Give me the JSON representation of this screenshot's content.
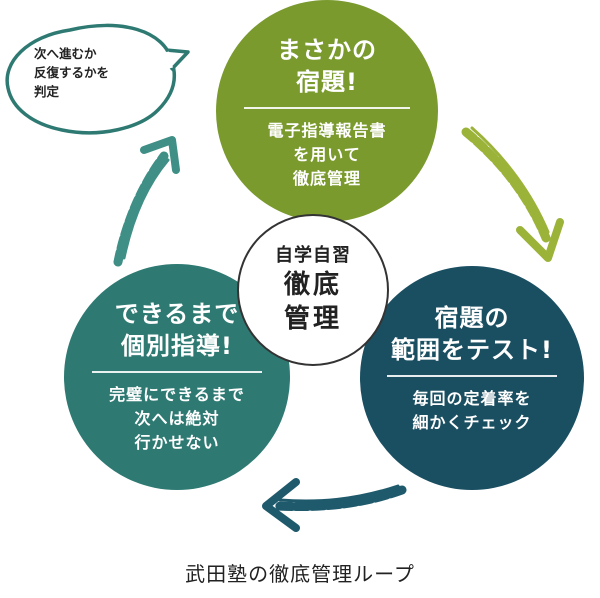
{
  "colors": {
    "top_circle": "#7a9a2e",
    "right_circle": "#1a4f62",
    "left_circle": "#2e7a73",
    "arrow_top_right": "#9cb33a",
    "arrow_bottom": "#1f5a6c",
    "arrow_left_up": "#3f8f86",
    "bubble_border": "#2e7a73"
  },
  "speech_bubble": {
    "text": "次へ進むか\n反復するかを\n判定"
  },
  "circles": {
    "top": {
      "heading": "まさかの\n宿題!",
      "body": "電子指導報告書\nを用いて\n徹底管理"
    },
    "right": {
      "heading": "宿題の\n範囲をテスト!",
      "body": "毎回の定着率を\n細かくチェック"
    },
    "left": {
      "heading": "できるまで\n個別指導!",
      "body": "完璧にできるまで\n次へは絶対\n行かせない"
    },
    "center": {
      "line1": "自学自習",
      "line2": "徹底\n管理"
    }
  },
  "caption": "武田塾の徹底管理ループ"
}
